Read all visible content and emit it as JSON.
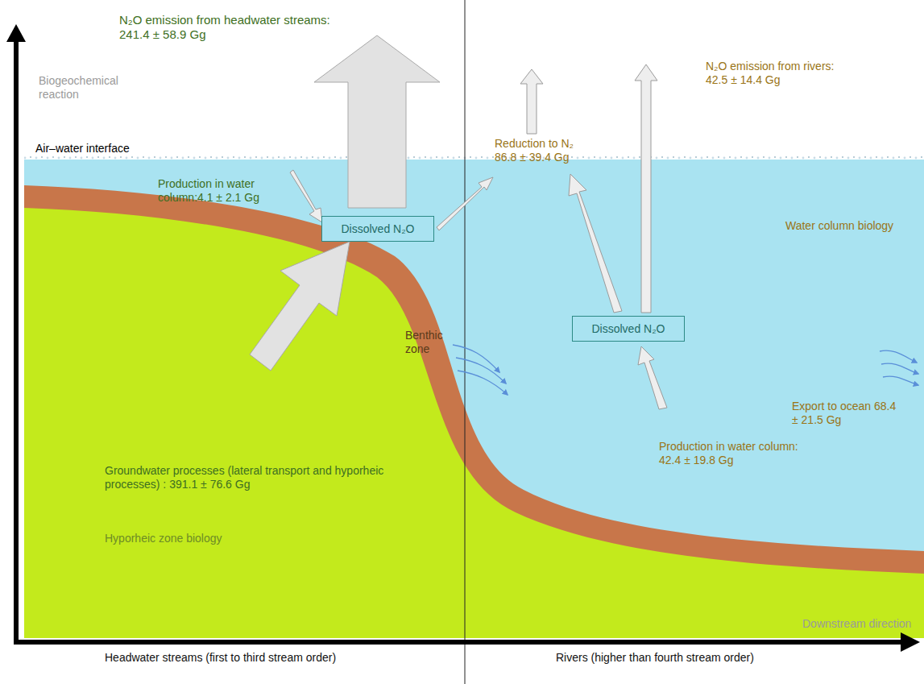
{
  "diagram": {
    "nodes": [
      {
        "text": [
          "Dissolved N₂O"
        ]
      },
      {
        "text": [
          "Dissolved N₂O"
        ]
      }
    ],
    "labels": [
      "Biogeochemical reaction",
      "Air–water interface",
      "N₂O emission from headwater streams: 241.4 ± 58.9 Gg",
      "Production in water column:4.1 ± 2.1 Gg",
      "Groundwater processes (lateral transport and hyporheic processes) : 391.1 ± 76.6 Gg",
      "Benthic zone",
      "Hyporheic zone biology",
      "Reduction to N₂ 86.8 ± 39.4 Gg",
      "N₂O emission from rivers: 42.5 ± 14.4 Gg",
      "Water column biology",
      "Export to ocean 68.4 ± 21.5 Gg",
      "Production in water column: 42.4 ± 19.8 Gg",
      "Headwater streams (first to third stream order)",
      "Rivers (higher than fourth stream order)",
      "Downstream direction"
    ]
  }
}
